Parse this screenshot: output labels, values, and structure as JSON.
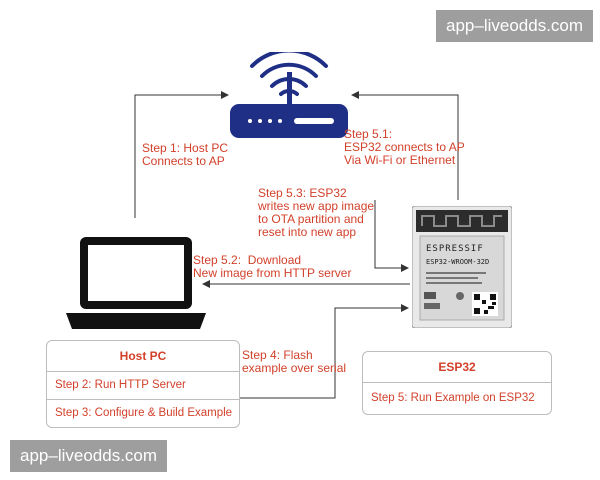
{
  "watermarks": {
    "top_right": "app–liveodds.com",
    "bottom_left": "app–liveodds.com"
  },
  "steps": {
    "step1": "Step 1: Host PC\nConnects to AP",
    "step51": "Step 5.1:\nESP32 connects to AP\nVia Wi-Fi or Ethernet",
    "step53": "Step 5.3: ESP32\nwrites new app image\nto OTA partition and\nreset into new app",
    "step52": "Step 5.2:  Download\nNew image from HTTP server",
    "step4": "Step 4: Flash\nexample over serial"
  },
  "host_pc": {
    "title": "Host PC",
    "rows": [
      "Step 2: Run HTTP Server",
      "Step 3: Configure & Build Example"
    ]
  },
  "esp32": {
    "title": "ESP32",
    "rows": [
      "Step 5: Run Example on ESP32"
    ]
  },
  "module": {
    "brand": "ESPRESSIF",
    "model": "ESP32-WROOM-32D"
  },
  "colors": {
    "accent": "#d2412b",
    "router": "#1f2f86",
    "line": "#333333",
    "box_border": "#bdbdbd"
  }
}
